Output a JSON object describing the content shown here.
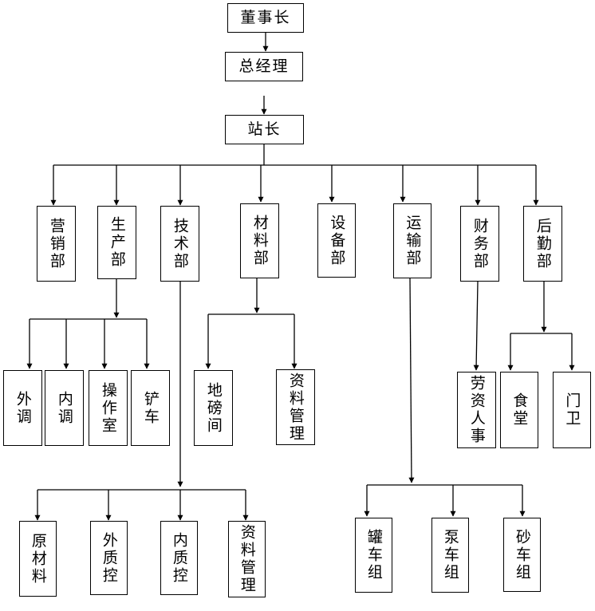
{
  "chart": {
    "nodes": {
      "chairman": "董事长",
      "general_manager": "总经理",
      "station_head": "站长",
      "marketing": "营销部",
      "production": "生产部",
      "technology": "技术部",
      "materials": "材料部",
      "equipment": "设备部",
      "transport": "运输部",
      "finance": "财务部",
      "logistics": "后勤部",
      "external_dispatch": "外调",
      "internal_dispatch": "内调",
      "control_room": "操作室",
      "loader": "铲车",
      "weighbridge_room": "地磅间",
      "materials_data_mgmt": "资料管理",
      "labor_personnel": "劳资人事",
      "canteen": "食堂",
      "gatehouse": "门卫",
      "raw_materials": "原材料",
      "external_qc": "外质控",
      "internal_qc": "内质控",
      "tech_data_mgmt": "资料管理",
      "tanker_team": "罐车组",
      "pump_truck_team": "泵车组",
      "sand_truck_team": "砂车组"
    }
  }
}
